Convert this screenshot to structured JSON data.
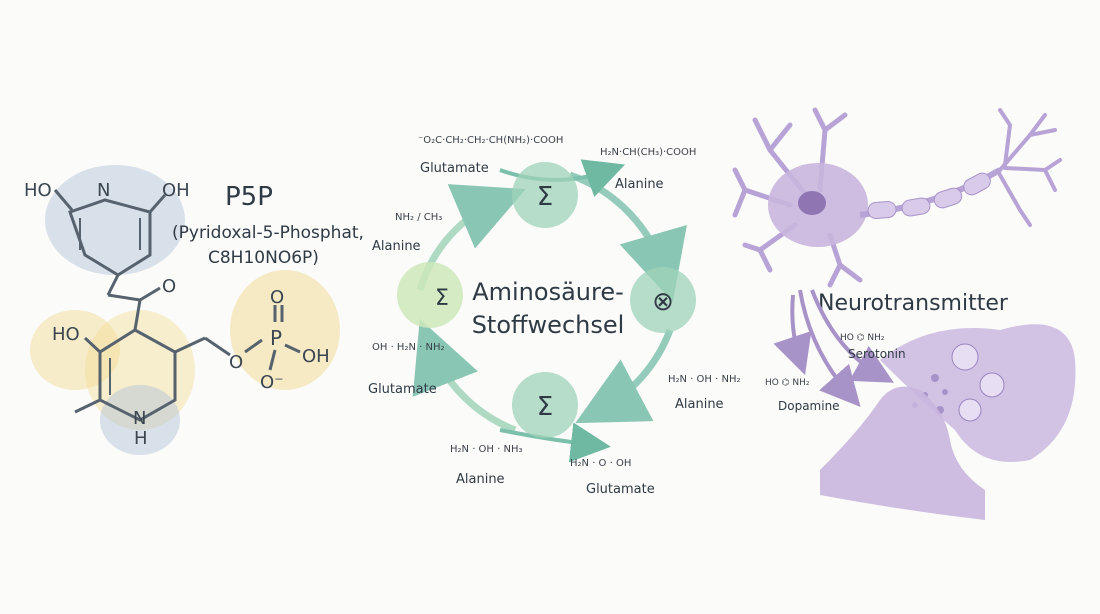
{
  "p5p": {
    "title": "P5P",
    "subtitle": "(Pyridoxal-5-Phosphat,",
    "formula": "C8H10NO6P)",
    "atoms": {
      "ho_left": "HO",
      "n_top": "N",
      "oh_right": "OH",
      "o_keto": "O",
      "ho_mid": "HO",
      "o_link": "O",
      "p": "P",
      "o_top": "O",
      "oh_p": "OH",
      "o_minus": "O⁻",
      "n_bottom": "N",
      "h_bottom": "H"
    }
  },
  "cycle": {
    "title_line1": "Aminosäure-",
    "title_line2": "Stoffwechsel",
    "node_symbol": "Σ",
    "molecules": [
      {
        "label": "Glutamate",
        "text": "⁻O₂C·CH₂·CH₂·CH(NH₂)·COOH"
      },
      {
        "label": "Alanine",
        "text": "H₂N·CH(CH₃)·COOH"
      },
      {
        "label": "Alanine",
        "text": "NH₂ / CH₃"
      },
      {
        "label": "Glutamate",
        "text": "OH · H₂N · NH₂"
      },
      {
        "label": "Alanine",
        "text": "H₂N · OH · NH₂"
      },
      {
        "label": "Alanine",
        "text": "H₂N · OH · NH₃"
      },
      {
        "label": "Glutamate",
        "text": "H₂N · O · OH"
      }
    ]
  },
  "neuro": {
    "title": "Neurotransmitter",
    "serotonin": "Serotonin",
    "dopamine": "Dopamine"
  },
  "colors": {
    "blue": "#aebfd6",
    "yellow": "#f2dd9a",
    "green": "#cfe6cf",
    "teal": "#6fb9a3",
    "purple": "#c9b6de",
    "ink": "#3b4650"
  }
}
